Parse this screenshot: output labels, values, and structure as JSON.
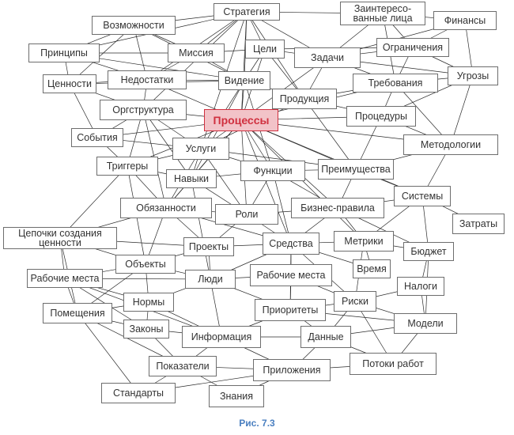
{
  "caption": "Рис. 7.3",
  "colors": {
    "center_fill": "#f2c3c8",
    "center_text": "#d0303f",
    "node_border": "#6d6d6d",
    "edge": "#2a2a2a",
    "caption": "#4a7fc0"
  },
  "nodes": [
    {
      "id": "strategy",
      "label": "Стратегия"
    },
    {
      "id": "stakeholders",
      "label": "Заинтересо-\nванные лица"
    },
    {
      "id": "finance",
      "label": "Финансы"
    },
    {
      "id": "capabilities",
      "label": "Возможности"
    },
    {
      "id": "principles",
      "label": "Принципы"
    },
    {
      "id": "mission",
      "label": "Миссия"
    },
    {
      "id": "goals",
      "label": "Цели"
    },
    {
      "id": "tasks",
      "label": "Задачи"
    },
    {
      "id": "constraints",
      "label": "Ограничения"
    },
    {
      "id": "values",
      "label": "Ценности"
    },
    {
      "id": "weaknesses",
      "label": "Недостатки"
    },
    {
      "id": "vision",
      "label": "Видение"
    },
    {
      "id": "threats",
      "label": "Угрозы"
    },
    {
      "id": "requirements",
      "label": "Требования"
    },
    {
      "id": "products",
      "label": "Продукция"
    },
    {
      "id": "orgstructure",
      "label": "Оргструктура"
    },
    {
      "id": "processes",
      "label": "Процессы"
    },
    {
      "id": "procedures",
      "label": "Процедуры"
    },
    {
      "id": "events",
      "label": "События"
    },
    {
      "id": "services",
      "label": "Услуги"
    },
    {
      "id": "methodologies",
      "label": "Методологии"
    },
    {
      "id": "triggers",
      "label": "Триггеры"
    },
    {
      "id": "functions",
      "label": "Функции"
    },
    {
      "id": "advantages",
      "label": "Преимущества"
    },
    {
      "id": "skills",
      "label": "Навыки"
    },
    {
      "id": "systems",
      "label": "Системы"
    },
    {
      "id": "duties",
      "label": "Обязанности"
    },
    {
      "id": "roles",
      "label": "Роли"
    },
    {
      "id": "business_rules",
      "label": "Бизнес-правила"
    },
    {
      "id": "costs",
      "label": "Затраты"
    },
    {
      "id": "value_chains",
      "label": "Цепочки создания\nценности"
    },
    {
      "id": "projects",
      "label": "Проекты"
    },
    {
      "id": "means",
      "label": "Средства"
    },
    {
      "id": "metrics",
      "label": "Метрики"
    },
    {
      "id": "budget",
      "label": "Бюджет"
    },
    {
      "id": "objects",
      "label": "Объекты"
    },
    {
      "id": "time",
      "label": "Время"
    },
    {
      "id": "workplaces",
      "label": "Рабочие места"
    },
    {
      "id": "people",
      "label": "Люди"
    },
    {
      "id": "workplaces2",
      "label": "Рабочие места"
    },
    {
      "id": "taxes",
      "label": "Налоги"
    },
    {
      "id": "norms",
      "label": "Нормы"
    },
    {
      "id": "priorities",
      "label": "Приоритеты"
    },
    {
      "id": "risks",
      "label": "Риски"
    },
    {
      "id": "premises",
      "label": "Помещения"
    },
    {
      "id": "models",
      "label": "Модели"
    },
    {
      "id": "laws",
      "label": "Законы"
    },
    {
      "id": "information",
      "label": "Информация"
    },
    {
      "id": "data",
      "label": "Данные"
    },
    {
      "id": "indicators",
      "label": "Показатели"
    },
    {
      "id": "workflows",
      "label": "Потоки работ"
    },
    {
      "id": "applications",
      "label": "Приложения"
    },
    {
      "id": "standards",
      "label": "Стандарты"
    },
    {
      "id": "knowledge",
      "label": "Знания"
    }
  ],
  "edges": [
    [
      "strategy",
      "capabilities"
    ],
    [
      "strategy",
      "mission"
    ],
    [
      "strategy",
      "goals"
    ],
    [
      "strategy",
      "tasks"
    ],
    [
      "strategy",
      "vision"
    ],
    [
      "strategy",
      "processes"
    ],
    [
      "strategy",
      "principles"
    ],
    [
      "strategy",
      "stakeholders"
    ],
    [
      "strategy",
      "weaknesses"
    ],
    [
      "strategy",
      "orgstructure"
    ],
    [
      "strategy",
      "services"
    ],
    [
      "strategy",
      "products"
    ],
    [
      "stakeholders",
      "tasks"
    ],
    [
      "stakeholders",
      "constraints"
    ],
    [
      "stakeholders",
      "finance"
    ],
    [
      "stakeholders",
      "requirements"
    ],
    [
      "finance",
      "constraints"
    ],
    [
      "finance",
      "threats"
    ],
    [
      "finance",
      "tasks"
    ],
    [
      "capabilities",
      "mission"
    ],
    [
      "capabilities",
      "principles"
    ],
    [
      "capabilities",
      "weaknesses"
    ],
    [
      "capabilities",
      "vision"
    ],
    [
      "capabilities",
      "values"
    ],
    [
      "principles",
      "values"
    ],
    [
      "principles",
      "mission"
    ],
    [
      "principles",
      "weaknesses"
    ],
    [
      "principles",
      "vision"
    ],
    [
      "mission",
      "vision"
    ],
    [
      "mission",
      "goals"
    ],
    [
      "mission",
      "weaknesses"
    ],
    [
      "goals",
      "tasks"
    ],
    [
      "goals",
      "vision"
    ],
    [
      "goals",
      "products"
    ],
    [
      "goals",
      "processes"
    ],
    [
      "goals",
      "constraints"
    ],
    [
      "tasks",
      "constraints"
    ],
    [
      "tasks",
      "requirements"
    ],
    [
      "tasks",
      "products"
    ],
    [
      "tasks",
      "processes"
    ],
    [
      "tasks",
      "threats"
    ],
    [
      "constraints",
      "threats"
    ],
    [
      "constraints",
      "requirements"
    ],
    [
      "values",
      "weaknesses"
    ],
    [
      "values",
      "orgstructure"
    ],
    [
      "values",
      "events"
    ],
    [
      "values",
      "vision"
    ],
    [
      "weaknesses",
      "orgstructure"
    ],
    [
      "weaknesses",
      "vision"
    ],
    [
      "weaknesses",
      "processes"
    ],
    [
      "vision",
      "products"
    ],
    [
      "vision",
      "processes"
    ],
    [
      "vision",
      "services"
    ],
    [
      "vision",
      "functions"
    ],
    [
      "vision",
      "skills"
    ],
    [
      "threats",
      "requirements"
    ],
    [
      "threats",
      "procedures"
    ],
    [
      "threats",
      "methodologies"
    ],
    [
      "requirements",
      "products"
    ],
    [
      "requirements",
      "procedures"
    ],
    [
      "requirements",
      "processes"
    ],
    [
      "requirements",
      "methodologies"
    ],
    [
      "products",
      "processes"
    ],
    [
      "products",
      "procedures"
    ],
    [
      "products",
      "advantages"
    ],
    [
      "products",
      "services"
    ],
    [
      "orgstructure",
      "processes"
    ],
    [
      "orgstructure",
      "events"
    ],
    [
      "orgstructure",
      "services"
    ],
    [
      "orgstructure",
      "triggers"
    ],
    [
      "orgstructure",
      "skills"
    ],
    [
      "orgstructure",
      "duties"
    ],
    [
      "processes",
      "procedures"
    ],
    [
      "processes",
      "services"
    ],
    [
      "processes",
      "functions"
    ],
    [
      "processes",
      "advantages"
    ],
    [
      "processes",
      "methodologies"
    ],
    [
      "processes",
      "systems"
    ],
    [
      "processes",
      "business_rules"
    ],
    [
      "processes",
      "roles"
    ],
    [
      "processes",
      "skills"
    ],
    [
      "processes",
      "triggers"
    ],
    [
      "processes",
      "events"
    ],
    [
      "processes",
      "means"
    ],
    [
      "processes",
      "duties"
    ],
    [
      "processes",
      "metrics"
    ],
    [
      "procedures",
      "methodologies"
    ],
    [
      "procedures",
      "advantages"
    ],
    [
      "events",
      "triggers"
    ],
    [
      "events",
      "services"
    ],
    [
      "services",
      "triggers"
    ],
    [
      "services",
      "functions"
    ],
    [
      "services",
      "skills"
    ],
    [
      "services",
      "duties"
    ],
    [
      "services",
      "roles"
    ],
    [
      "services",
      "advantages"
    ],
    [
      "methodologies",
      "advantages"
    ],
    [
      "methodologies",
      "systems"
    ],
    [
      "triggers",
      "duties"
    ],
    [
      "triggers",
      "value_chains"
    ],
    [
      "triggers",
      "skills"
    ],
    [
      "triggers",
      "objects"
    ],
    [
      "functions",
      "advantages"
    ],
    [
      "functions",
      "skills"
    ],
    [
      "functions",
      "roles"
    ],
    [
      "functions",
      "business_rules"
    ],
    [
      "functions",
      "means"
    ],
    [
      "advantages",
      "systems"
    ],
    [
      "advantages",
      "business_rules"
    ],
    [
      "skills",
      "duties"
    ],
    [
      "skills",
      "roles"
    ],
    [
      "skills",
      "people"
    ],
    [
      "systems",
      "business_rules"
    ],
    [
      "systems",
      "budget"
    ],
    [
      "systems",
      "costs"
    ],
    [
      "systems",
      "metrics"
    ],
    [
      "duties",
      "roles"
    ],
    [
      "duties",
      "value_chains"
    ],
    [
      "duties",
      "projects"
    ],
    [
      "duties",
      "objects"
    ],
    [
      "duties",
      "means"
    ],
    [
      "roles",
      "business_rules"
    ],
    [
      "roles",
      "means"
    ],
    [
      "roles",
      "projects"
    ],
    [
      "business_rules",
      "means"
    ],
    [
      "business_rules",
      "metrics"
    ],
    [
      "business_rules",
      "budget"
    ],
    [
      "value_chains",
      "workplaces"
    ],
    [
      "value_chains",
      "objects"
    ],
    [
      "value_chains",
      "premises"
    ],
    [
      "value_chains",
      "projects"
    ],
    [
      "projects",
      "means"
    ],
    [
      "projects",
      "objects"
    ],
    [
      "projects",
      "people"
    ],
    [
      "means",
      "metrics"
    ],
    [
      "means",
      "workplaces2"
    ],
    [
      "means",
      "people"
    ],
    [
      "means",
      "priorities"
    ],
    [
      "means",
      "time"
    ],
    [
      "means",
      "risks"
    ],
    [
      "metrics",
      "budget"
    ],
    [
      "metrics",
      "time"
    ],
    [
      "metrics",
      "risks"
    ],
    [
      "budget",
      "taxes"
    ],
    [
      "budget",
      "models"
    ],
    [
      "objects",
      "workplaces"
    ],
    [
      "objects",
      "people"
    ],
    [
      "objects",
      "norms"
    ],
    [
      "objects",
      "premises"
    ],
    [
      "workplaces",
      "premises"
    ],
    [
      "workplaces",
      "norms"
    ],
    [
      "workplaces",
      "people"
    ],
    [
      "workplaces",
      "laws"
    ],
    [
      "workplaces",
      "information"
    ],
    [
      "people",
      "workplaces2"
    ],
    [
      "people",
      "priorities"
    ],
    [
      "people",
      "norms"
    ],
    [
      "people",
      "information"
    ],
    [
      "workplaces2",
      "priorities"
    ],
    [
      "workplaces2",
      "risks"
    ],
    [
      "taxes",
      "risks"
    ],
    [
      "taxes",
      "models"
    ],
    [
      "norms",
      "laws"
    ],
    [
      "norms",
      "premises"
    ],
    [
      "norms",
      "information"
    ],
    [
      "priorities",
      "risks"
    ],
    [
      "priorities",
      "information"
    ],
    [
      "priorities",
      "data"
    ],
    [
      "priorities",
      "models"
    ],
    [
      "risks",
      "models"
    ],
    [
      "risks",
      "data"
    ],
    [
      "risks",
      "workflows"
    ],
    [
      "premises",
      "laws"
    ],
    [
      "premises",
      "indicators"
    ],
    [
      "premises",
      "standards"
    ],
    [
      "models",
      "data"
    ],
    [
      "models",
      "workflows"
    ],
    [
      "laws",
      "information"
    ],
    [
      "laws",
      "indicators"
    ],
    [
      "information",
      "data"
    ],
    [
      "information",
      "indicators"
    ],
    [
      "information",
      "applications"
    ],
    [
      "data",
      "applications"
    ],
    [
      "data",
      "workflows"
    ],
    [
      "indicators",
      "applications"
    ],
    [
      "indicators",
      "standards"
    ],
    [
      "indicators",
      "knowledge"
    ],
    [
      "workflows",
      "applications"
    ],
    [
      "applications",
      "knowledge"
    ],
    [
      "applications",
      "standards"
    ]
  ]
}
